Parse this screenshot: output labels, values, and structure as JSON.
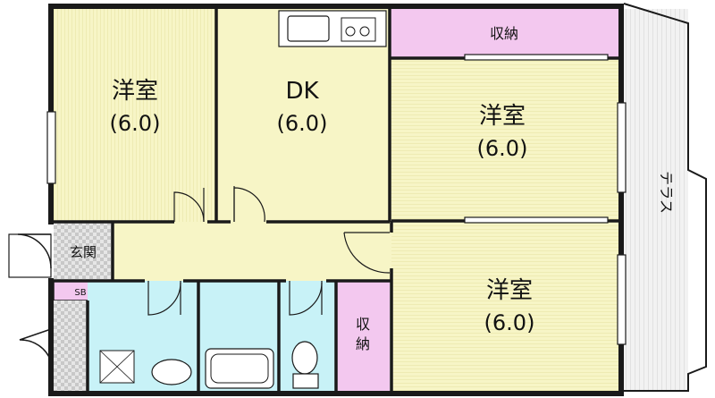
{
  "rooms": {
    "west": {
      "name": "洋室",
      "size": "(6.0)"
    },
    "dk": {
      "name": "DK",
      "size": "(6.0)"
    },
    "east_upper": {
      "name": "洋室",
      "size": "(6.0)"
    },
    "east_lower": {
      "name": "洋室",
      "size": "(6.0)"
    },
    "storage_top": {
      "name": "収納"
    },
    "storage_mid": {
      "line1": "収",
      "line2": "納"
    },
    "entrance": {
      "name": "玄関"
    },
    "sb": {
      "name": "SB"
    },
    "terrace": {
      "name": "テラス"
    }
  },
  "colors": {
    "room_yellow": "#f7f5c6",
    "stripe": "#e9e6a9",
    "wet_area": "#c8f2f7",
    "storage_pink": "#f3c8ef",
    "entrance_gray": "#d9d9d9",
    "wall": "#1a1a1a"
  }
}
